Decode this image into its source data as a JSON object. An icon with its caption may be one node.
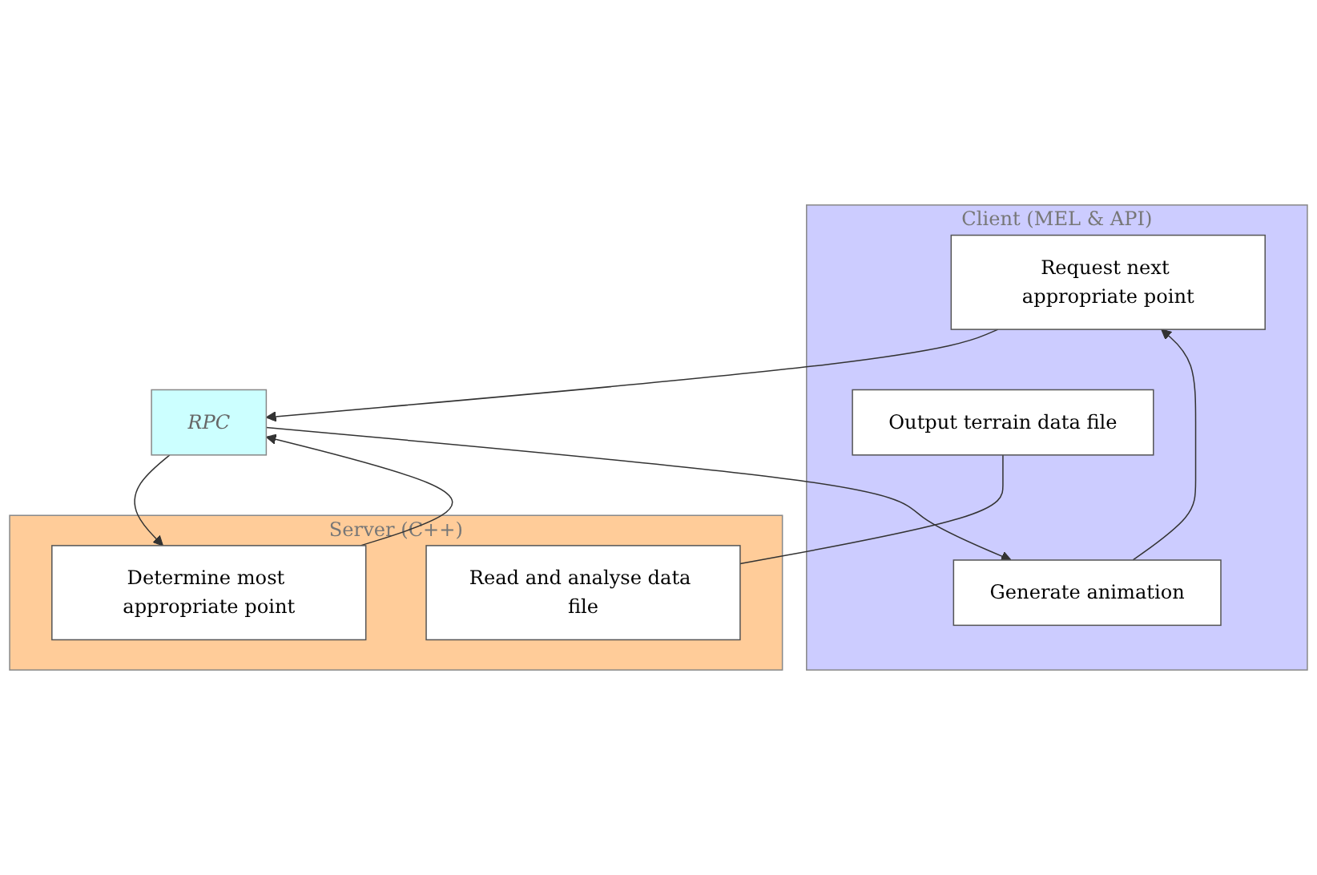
{
  "diagram": {
    "nodes": [
      {
        "text": [
          "Client (MEL & API)"
        ]
      },
      {
        "text": [
          "Output terrain data file"
        ],
        "in": 0
      },
      {
        "text": [
          "Request next appropriate point"
        ],
        "in": 0
      },
      {
        "text": [
          "Generate animation"
        ],
        "in": 0
      },
      {
        "text": [
          "RPC"
        ]
      },
      {
        "text": [
          "Server (C++)"
        ]
      },
      {
        "text": [
          "Read and analyse data file"
        ],
        "in": 5
      },
      {
        "text": [
          "Determine most appropriate point"
        ],
        "in": 5
      }
    ],
    "edges": [
      {
        "from": 3,
        "to": 2,
        "arrow": "to"
      },
      {
        "from": 1,
        "to": 6,
        "arrow": "none"
      },
      {
        "from": 2,
        "to": 4,
        "arrow": "to"
      },
      {
        "from": 4,
        "to": 7,
        "arrow": "to"
      },
      {
        "from": 7,
        "to": 4,
        "arrow": "to"
      },
      {
        "from": 4,
        "to": 3,
        "arrow": "to"
      }
    ]
  }
}
